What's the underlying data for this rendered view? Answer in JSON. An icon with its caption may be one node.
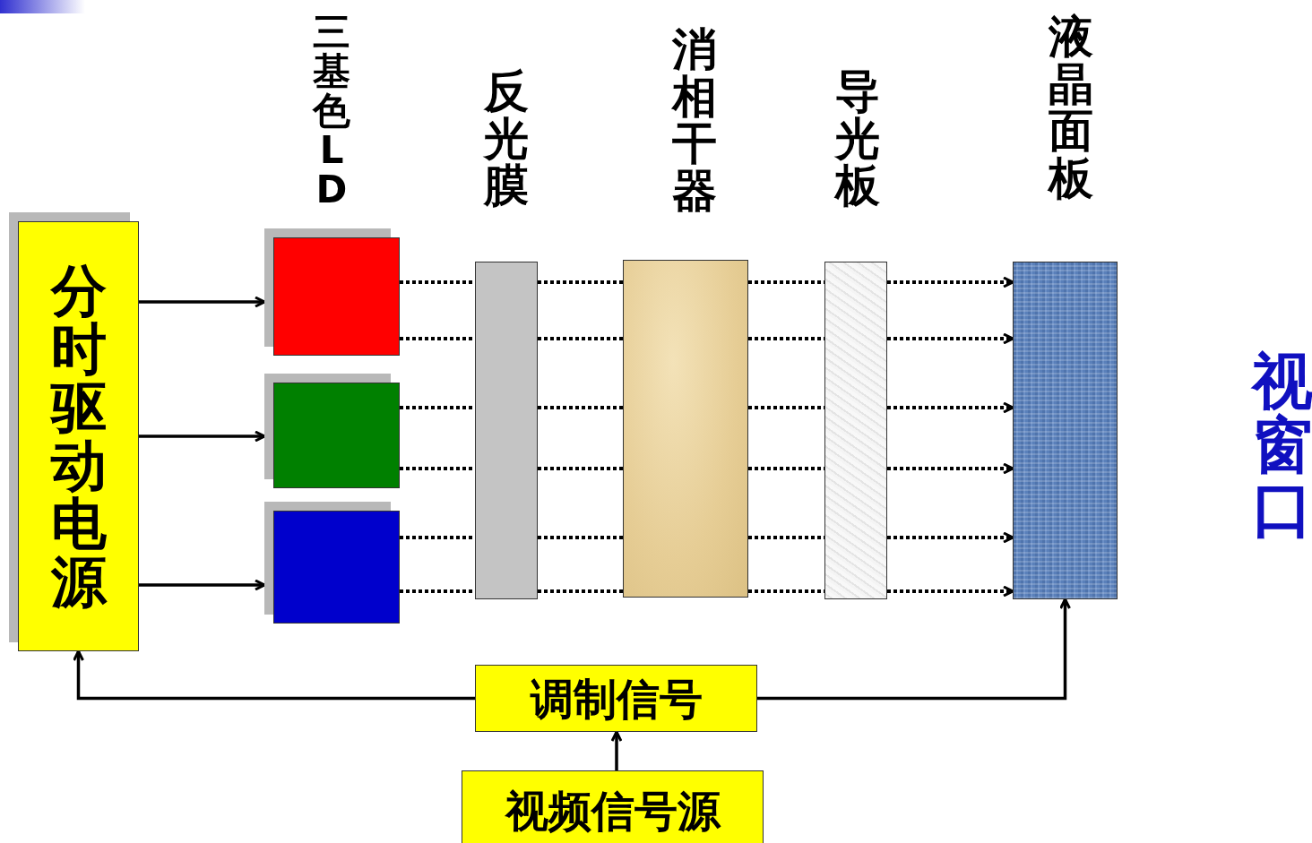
{
  "diagram": {
    "nodes": [
      {
        "text": [
          "分时驱动电源"
        ]
      },
      {
        "text": [],
        "shape": "box"
      },
      {
        "text": [],
        "shape": "box"
      },
      {
        "text": [],
        "shape": "box"
      },
      {
        "text": [
          "反光膜"
        ]
      },
      {
        "text": [
          "消相干器"
        ]
      },
      {
        "text": [
          "导光板"
        ]
      },
      {
        "text": [
          "液晶面板"
        ]
      },
      {
        "text": [
          "调制信号"
        ]
      },
      {
        "text": [
          "视频信号源"
        ]
      }
    ],
    "edges": [
      {
        "from": 0,
        "to": 1,
        "arrow": "to"
      },
      {
        "from": 0,
        "to": 2,
        "arrow": "to"
      },
      {
        "from": 0,
        "to": 3,
        "arrow": "to"
      },
      {
        "from": 1,
        "to": 4,
        "arrow": "none",
        "style": "dashed"
      },
      {
        "from": 4,
        "to": 5,
        "arrow": "none",
        "style": "dashed"
      },
      {
        "from": 5,
        "to": 6,
        "arrow": "none",
        "style": "dashed"
      },
      {
        "from": 6,
        "to": 7,
        "arrow": "to",
        "style": "dashed"
      },
      {
        "from": 1,
        "to": 4,
        "arrow": "none",
        "style": "dashed"
      },
      {
        "from": 4,
        "to": 5,
        "arrow": "none",
        "style": "dashed"
      },
      {
        "from": 5,
        "to": 6,
        "arrow": "none",
        "style": "dashed"
      },
      {
        "from": 6,
        "to": 7,
        "arrow": "to",
        "style": "dashed"
      },
      {
        "from": 2,
        "to": 4,
        "arrow": "none",
        "style": "dashed"
      },
      {
        "from": 4,
        "to": 5,
        "arrow": "none",
        "style": "dashed"
      },
      {
        "from": 5,
        "to": 6,
        "arrow": "none",
        "style": "dashed"
      },
      {
        "from": 6,
        "to": 7,
        "arrow": "to",
        "style": "dashed"
      },
      {
        "from": 2,
        "to": 4,
        "arrow": "none",
        "style": "dashed"
      },
      {
        "from": 4,
        "to": 5,
        "arrow": "none",
        "style": "dashed"
      },
      {
        "from": 5,
        "to": 6,
        "arrow": "none",
        "style": "dashed"
      },
      {
        "from": 6,
        "to": 7,
        "arrow": "to",
        "style": "dashed"
      },
      {
        "from": 3,
        "to": 4,
        "arrow": "none",
        "style": "dashed"
      },
      {
        "from": 4,
        "to": 5,
        "arrow": "none",
        "style": "dashed"
      },
      {
        "from": 5,
        "to": 6,
        "arrow": "none",
        "style": "dashed"
      },
      {
        "from": 6,
        "to": 7,
        "arrow": "to",
        "style": "dashed"
      },
      {
        "from": 3,
        "to": 4,
        "arrow": "none",
        "style": "dashed"
      },
      {
        "from": 4,
        "to": 5,
        "arrow": "none",
        "style": "dashed"
      },
      {
        "from": 5,
        "to": 6,
        "arrow": "none",
        "style": "dashed"
      },
      {
        "from": 6,
        "to": 7,
        "arrow": "to",
        "style": "dashed"
      },
      {
        "from": 8,
        "to": 0,
        "arrow": "to"
      },
      {
        "from": 8,
        "to": 7,
        "arrow": "to"
      },
      {
        "from": 9,
        "to": 8,
        "arrow": "to"
      }
    ],
    "labels": [
      "三基色LD",
      "视窗口"
    ]
  }
}
